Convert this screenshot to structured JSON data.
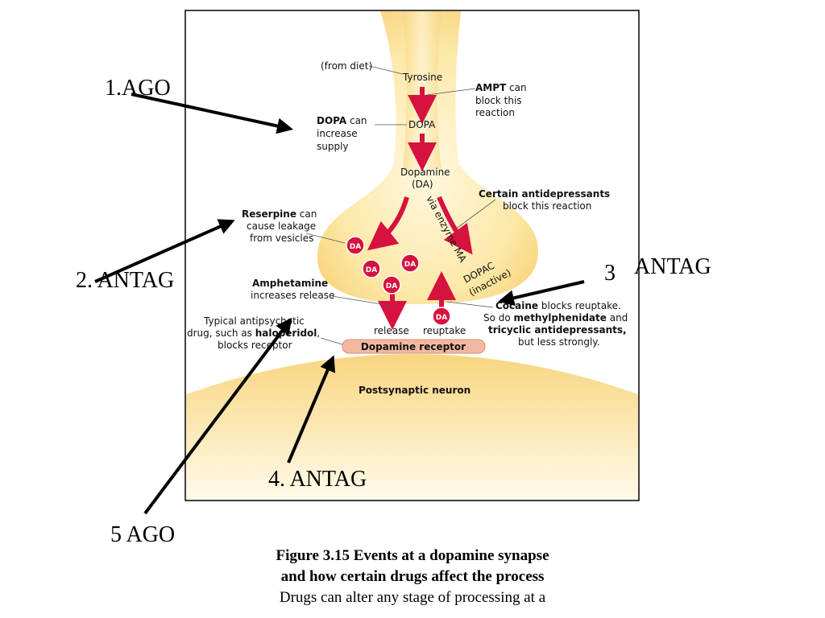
{
  "diagram": {
    "labels": {
      "from_diet": "(from diet)",
      "tyrosine": "Tyrosine",
      "ampt_bold": "AMPT",
      "ampt_rest1": " can",
      "ampt_rest2": "block this",
      "ampt_rest3": "reaction",
      "dopa_bold": "DOPA",
      "dopa_rest1": " can",
      "dopa_rest2": "increase",
      "dopa_rest3": "supply",
      "dopa": "DOPA",
      "dopamine": "Dopamine",
      "da_paren": "(DA)",
      "antidep_bold": "Certain antidepressants",
      "antidep_rest": "block this reaction",
      "reserpine_bold": "Reserpine",
      "reserpine_rest1": " can",
      "reserpine_rest2": "cause leakage",
      "reserpine_rest3": "from vesicles",
      "via_enzyme": "via enzyme MA",
      "dopac": "DOPAC",
      "inactive": "(inactive)",
      "amphetamine_bold": "Amphetamine",
      "amphetamine_rest": "increases release",
      "typical1": "Typical antipsychotic",
      "typical2a": "drug, such as ",
      "typical2b": "haloperidol",
      "typical2c": ",",
      "typical3": "blocks receptor",
      "release": "release",
      "reuptake": "reuptake",
      "cocaine_bold": "Cocaine",
      "cocaine_rest": " blocks reuptake.",
      "sodo_a": "So do ",
      "sodo_b": "methylphenidate",
      "sodo_c": " and",
      "tricyclic": "tricyclic antidepressants,",
      "lessstrong": "but less strongly.",
      "receptor": "Dopamine receptor",
      "postsynaptic": "Postsynaptic neuron",
      "da_molecule": "DA"
    },
    "annotations": {
      "a1": "1.AGO",
      "a2": "2. ANTAG",
      "a3_num": "3",
      "a3_text": "ANTAG",
      "a4": "4. ANTAG",
      "a5": "5 AGO"
    },
    "colors": {
      "neuron_fill": "#fbe4a2",
      "neuron_core": "#fff6dc",
      "arrow_red": "#d6123f",
      "receptor": "#f3b8a2",
      "frame": "#000000"
    }
  },
  "caption": {
    "title_line1": "Figure 3.15  Events at a dopamine synapse",
    "title_line2": "and how certain drugs affect the process",
    "body_line1": "Drugs can alter any stage of processing at a"
  }
}
